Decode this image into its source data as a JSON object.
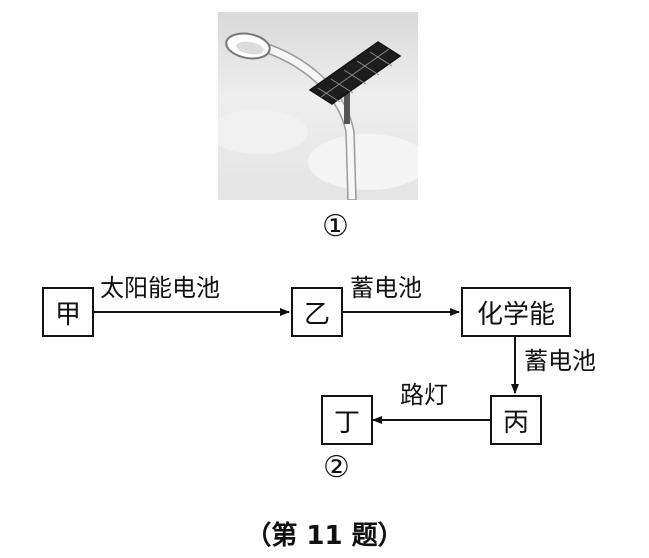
{
  "figure1": {
    "number": "①"
  },
  "flow": {
    "jia": "甲",
    "yi": "乙",
    "hua": "化学能",
    "bing": "丙",
    "ding": "丁",
    "label_jia_yi": "太阳能电池",
    "label_yi_hua": "蓄电池",
    "label_hua_bing": "蓄电池",
    "label_bing_ding": "路灯"
  },
  "figure2": {
    "number": "②"
  },
  "caption": "（第 11 题）"
}
